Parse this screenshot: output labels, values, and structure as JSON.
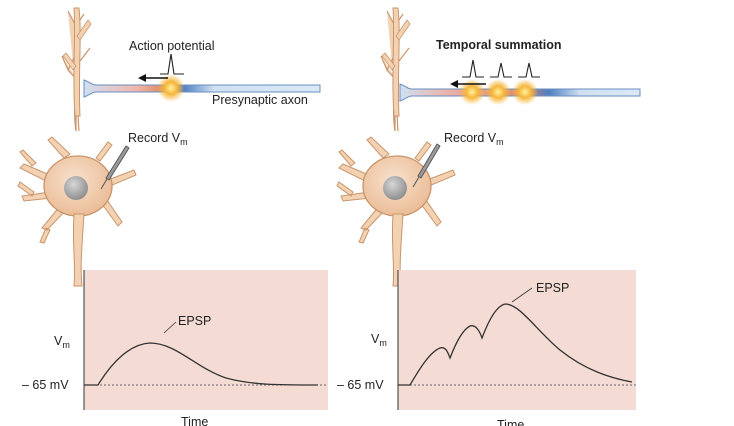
{
  "left_panel": {
    "action_potential_label": "Action potential",
    "axon_label": "Presynaptic axon",
    "record_label_prefix": "Record V",
    "record_label_sub": "m",
    "graph": {
      "y_label_main": "V",
      "y_label_sub": "m",
      "baseline_label": "– 65 mV",
      "epsp_label": "EPSP",
      "x_label": "Time"
    }
  },
  "right_panel": {
    "title": "Temporal summation",
    "record_label_prefix": "Record V",
    "record_label_sub": "m",
    "graph": {
      "y_label_main": "V",
      "y_label_sub": "m",
      "baseline_label": "– 65 mV",
      "epsp_label": "EPSP",
      "x_label": "Time"
    }
  },
  "colors": {
    "graph_bg": "#f4dcd5",
    "neuron_fill": "#f3d2b3",
    "neuron_stroke": "#c9956a",
    "axon_blue": "#5b8fd0",
    "axon_pink": "#e8a3a0",
    "spike_glow": "#f4a623",
    "nucleus": "#9a9a9a",
    "trace": "#333333"
  }
}
